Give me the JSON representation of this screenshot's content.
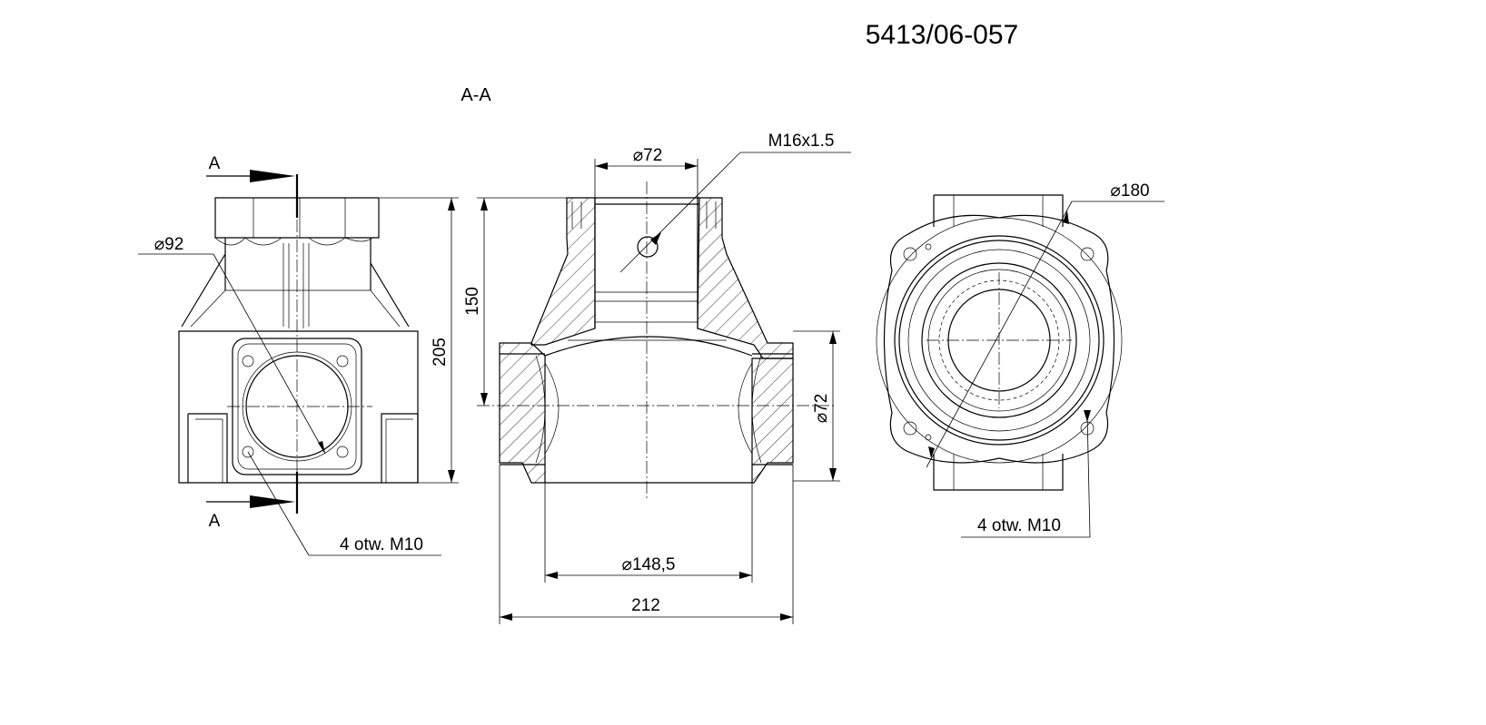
{
  "drawing": {
    "number": "5413/06-057",
    "section_label": "A-A",
    "cut_marker_label": "A",
    "dims": {
      "d92": "92",
      "d72_top": "72",
      "d72_side": "72",
      "d180": "180",
      "d148": "148,5",
      "len_212": "212",
      "h_205": "205",
      "h_150": "150",
      "thread": "M16x1.5",
      "holes_left": "4 otw. M10",
      "holes_right": "4 otw. M10"
    }
  }
}
